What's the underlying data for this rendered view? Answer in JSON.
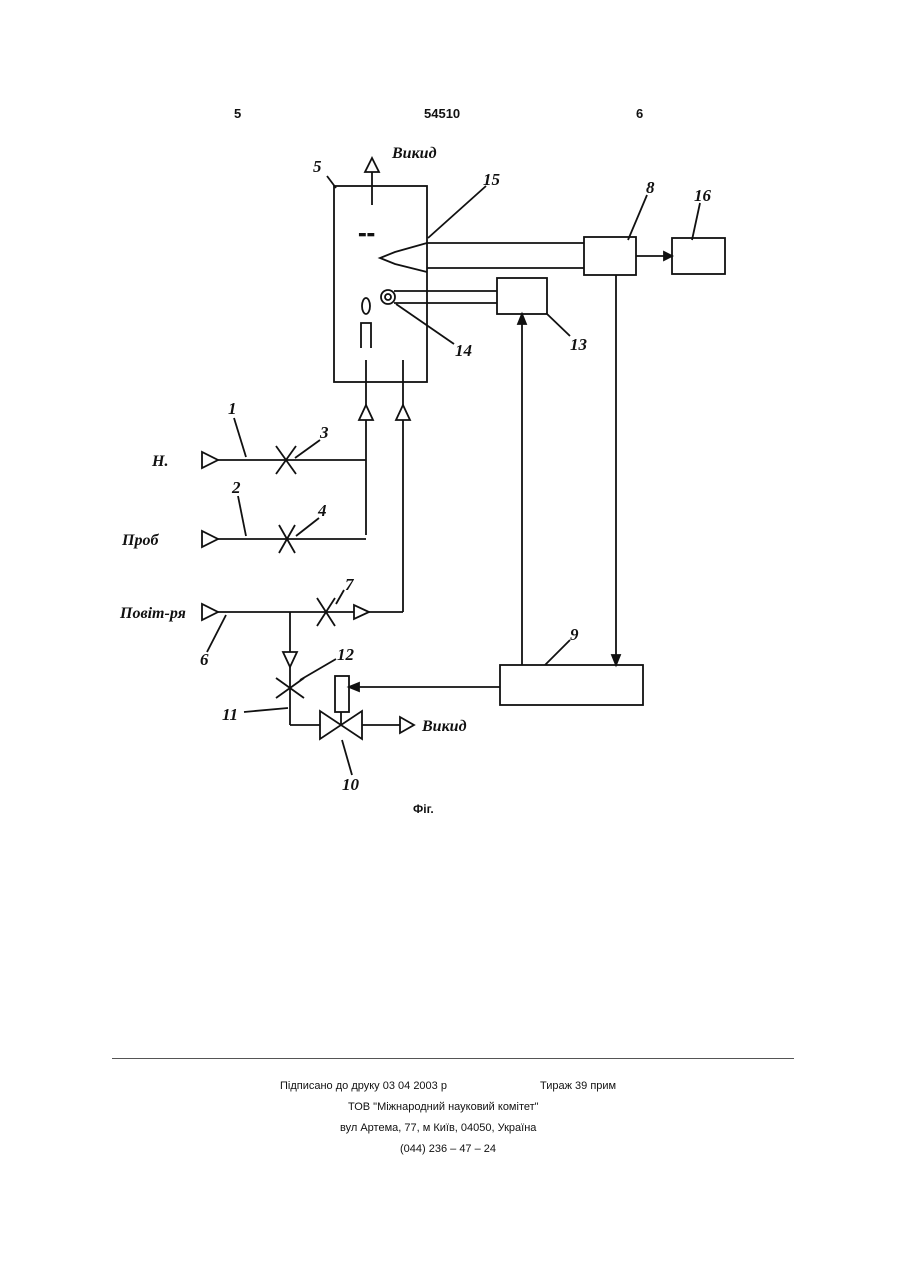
{
  "header": {
    "left": "5",
    "center": "54510",
    "right": "6"
  },
  "diagram": {
    "labels": {
      "exhaust_top": "Викид",
      "exhaust_bottom": "Викид",
      "h2": "Н.",
      "sample": "Проб",
      "air": "Повіт-ря"
    },
    "numbers": [
      "1",
      "2",
      "3",
      "4",
      "5",
      "6",
      "7",
      "8",
      "9",
      "10",
      "11",
      "12",
      "13",
      "14",
      "15",
      "16"
    ]
  },
  "caption": "Фіг.",
  "footer": {
    "signed": "Підписано до друку 03 04 2003 р",
    "print_run": "Тираж 39 прим",
    "org": "ТОВ \"Міжнародний науковий комітет\"",
    "address": "вул  Артема, 77, м  Київ, 04050, Україна",
    "phone": "(044) 236 – 47 – 24"
  }
}
